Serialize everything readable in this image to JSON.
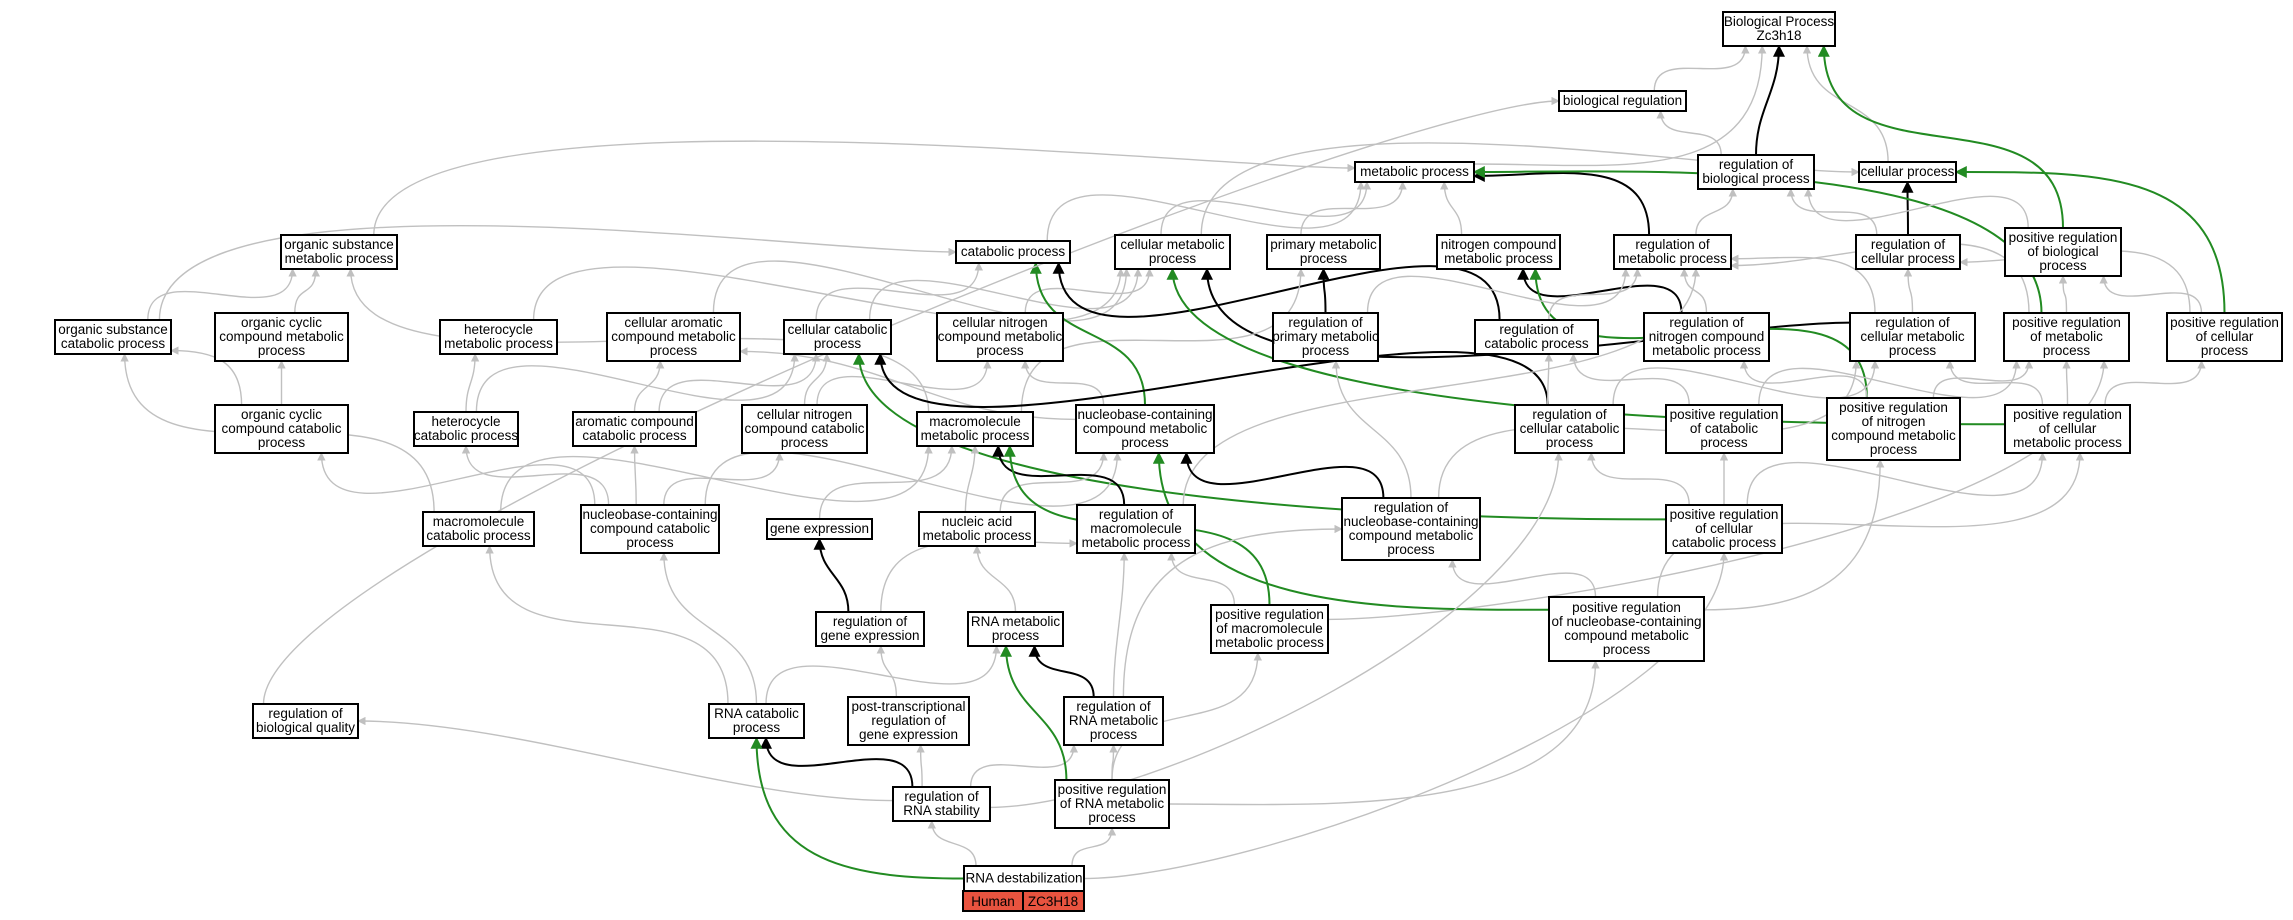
{
  "colors": {
    "is_a": "#c0c0c0",
    "part_of_or_regulates": "#000000",
    "positively_regulates": "#228b22",
    "legend_fill": "#e8533f"
  },
  "nodes": [
    {
      "id": "root",
      "lines": [
        "Biological Process",
        "Zc3h18"
      ]
    },
    {
      "id": "biolreg",
      "lines": [
        "biological regulation"
      ]
    },
    {
      "id": "metab",
      "lines": [
        "metabolic process"
      ]
    },
    {
      "id": "regbio",
      "lines": [
        "regulation of",
        "biological process"
      ]
    },
    {
      "id": "cellproc",
      "lines": [
        "cellular process"
      ]
    },
    {
      "id": "orgsubmet",
      "lines": [
        "organic substance",
        "metabolic process"
      ]
    },
    {
      "id": "catab",
      "lines": [
        "catabolic process"
      ]
    },
    {
      "id": "cellmet",
      "lines": [
        "cellular metabolic",
        "process"
      ]
    },
    {
      "id": "primmet",
      "lines": [
        "primary metabolic",
        "process"
      ]
    },
    {
      "id": "nitromet",
      "lines": [
        "nitrogen compound",
        "metabolic process"
      ]
    },
    {
      "id": "regmet",
      "lines": [
        "regulation of",
        "metabolic process"
      ]
    },
    {
      "id": "regcell",
      "lines": [
        "regulation of",
        "cellular process"
      ]
    },
    {
      "id": "posregbio",
      "lines": [
        "positive regulation",
        "of biological",
        "process"
      ]
    },
    {
      "id": "orgsubcat",
      "lines": [
        "organic substance",
        "catabolic process"
      ]
    },
    {
      "id": "orgcycmet",
      "lines": [
        "organic cyclic",
        "compound metabolic",
        "process"
      ]
    },
    {
      "id": "hetmet",
      "lines": [
        "heterocycle",
        "metabolic process"
      ]
    },
    {
      "id": "cellarom",
      "lines": [
        "cellular aromatic",
        "compound metabolic",
        "process"
      ]
    },
    {
      "id": "cellcat",
      "lines": [
        "cellular catabolic",
        "process"
      ]
    },
    {
      "id": "cellnitmet",
      "lines": [
        "cellular nitrogen",
        "compound metabolic",
        "process"
      ]
    },
    {
      "id": "regprim",
      "lines": [
        "regulation of",
        "primary metabolic",
        "process"
      ]
    },
    {
      "id": "regcat",
      "lines": [
        "regulation of",
        "catabolic process"
      ]
    },
    {
      "id": "regnit",
      "lines": [
        "regulation of",
        "nitrogen compound",
        "metabolic process"
      ]
    },
    {
      "id": "regcellmet",
      "lines": [
        "regulation of",
        "cellular metabolic",
        "process"
      ]
    },
    {
      "id": "posregmet",
      "lines": [
        "positive regulation",
        "of metabolic",
        "process"
      ]
    },
    {
      "id": "posregcell",
      "lines": [
        "positive regulation",
        "of cellular",
        "process"
      ]
    },
    {
      "id": "orgcyccat",
      "lines": [
        "organic cyclic",
        "compound catabolic",
        "process"
      ]
    },
    {
      "id": "hetcat",
      "lines": [
        "heterocycle",
        "catabolic process"
      ]
    },
    {
      "id": "aromcat",
      "lines": [
        "aromatic compound",
        "catabolic process"
      ]
    },
    {
      "id": "cellnitcat",
      "lines": [
        "cellular nitrogen",
        "compound catabolic",
        "process"
      ]
    },
    {
      "id": "macromet",
      "lines": [
        "macromolecule",
        "metabolic process"
      ]
    },
    {
      "id": "nbmet",
      "lines": [
        "nucleobase-containing",
        "compound metabolic",
        "process"
      ]
    },
    {
      "id": "regcellcat",
      "lines": [
        "regulation of",
        "cellular catabolic",
        "process"
      ]
    },
    {
      "id": "posregcat",
      "lines": [
        "positive regulation",
        "of catabolic",
        "process"
      ]
    },
    {
      "id": "posregnit",
      "lines": [
        "positive regulation",
        "of nitrogen",
        "compound metabolic",
        "process"
      ]
    },
    {
      "id": "posregcellmet",
      "lines": [
        "positive regulation",
        "of cellular",
        "metabolic process"
      ]
    },
    {
      "id": "macrocat",
      "lines": [
        "macromolecule",
        "catabolic process"
      ]
    },
    {
      "id": "nbcat",
      "lines": [
        "nucleobase-containing",
        "compound catabolic",
        "process"
      ]
    },
    {
      "id": "geneexp",
      "lines": [
        "gene expression"
      ]
    },
    {
      "id": "nucmet",
      "lines": [
        "nucleic acid",
        "metabolic process"
      ]
    },
    {
      "id": "regmacro",
      "lines": [
        "regulation of",
        "macromolecule",
        "metabolic process"
      ]
    },
    {
      "id": "regnb",
      "lines": [
        "regulation of",
        "nucleobase-containing",
        "compound metabolic",
        "process"
      ]
    },
    {
      "id": "posregcellcat",
      "lines": [
        "positive regulation",
        "of cellular",
        "catabolic process"
      ]
    },
    {
      "id": "reggene",
      "lines": [
        "regulation of",
        "gene expression"
      ]
    },
    {
      "id": "rnamet",
      "lines": [
        "RNA metabolic",
        "process"
      ]
    },
    {
      "id": "posregmacro",
      "lines": [
        "positive regulation",
        "of macromolecule",
        "metabolic process"
      ]
    },
    {
      "id": "posregnb",
      "lines": [
        "positive regulation",
        "of nucleobase-containing",
        "compound metabolic",
        "process"
      ]
    },
    {
      "id": "regbioq",
      "lines": [
        "regulation of",
        "biological quality"
      ]
    },
    {
      "id": "rnacat",
      "lines": [
        "RNA catabolic",
        "process"
      ]
    },
    {
      "id": "posttx",
      "lines": [
        "post-transcriptional",
        "regulation of",
        "gene expression"
      ]
    },
    {
      "id": "regrnamet",
      "lines": [
        "regulation of",
        "RNA metabolic",
        "process"
      ]
    },
    {
      "id": "regrnastab",
      "lines": [
        "regulation of",
        "RNA stability"
      ]
    },
    {
      "id": "posregrna",
      "lines": [
        "positive regulation",
        "of RNA metabolic",
        "process"
      ]
    },
    {
      "id": "rnadestab",
      "lines": [
        "RNA destabilization"
      ]
    }
  ],
  "legend": {
    "species": "Human",
    "gene": "ZC3H18"
  }
}
